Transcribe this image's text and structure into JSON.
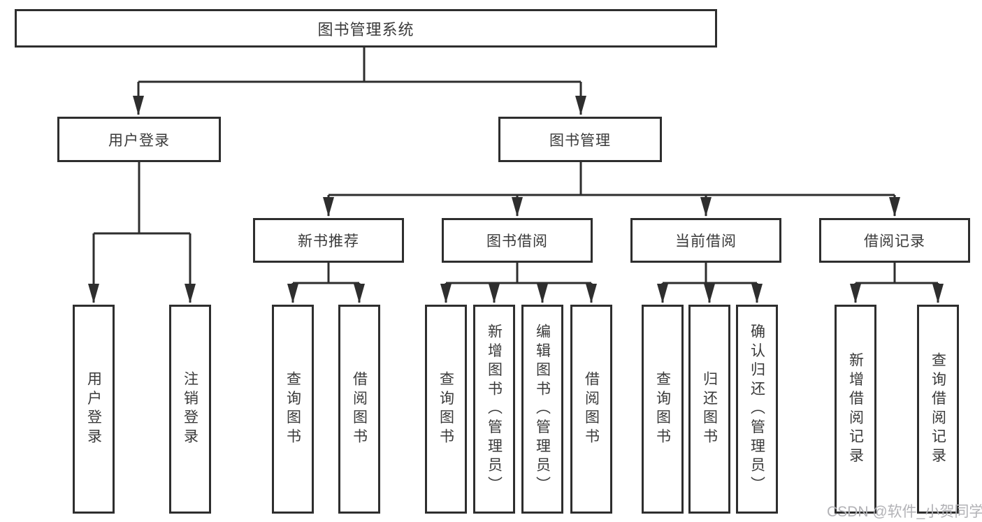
{
  "diagram": {
    "root": "图书管理系统",
    "branches": [
      {
        "label": "用户登录",
        "children": [
          "用户登录",
          "注销登录"
        ]
      },
      {
        "label": "图书管理",
        "sub": [
          {
            "label": "新书推荐",
            "children": [
              "查询图书",
              "借阅图书"
            ]
          },
          {
            "label": "图书借阅",
            "children": [
              "查询图书",
              "新增图书（管理员）",
              "编辑图书（管理员）",
              "借阅图书"
            ]
          },
          {
            "label": "当前借阅",
            "children": [
              "查询图书",
              "归还图书",
              "确认归还（管理员）"
            ]
          },
          {
            "label": "借阅记录",
            "children": [
              "新增借阅记录",
              "查询借阅记录"
            ]
          }
        ]
      }
    ]
  },
  "watermark": "CSDN @软件_小贺同学",
  "colors": {
    "line": "#2e2e2e",
    "text": "#3a3a3a",
    "watermark": "#b2b2b6",
    "background": "#ffffff"
  }
}
